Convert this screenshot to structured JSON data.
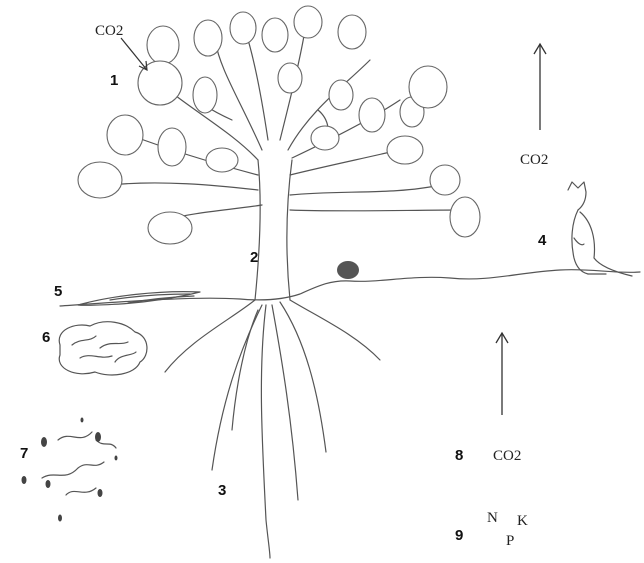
{
  "markers": {
    "m1": "1",
    "m2": "2",
    "m3": "3",
    "m4": "4",
    "m5": "5",
    "m6": "6",
    "m7": "7",
    "m8": "8",
    "m9": "9"
  },
  "labels": {
    "co2_leaf": "CO2",
    "co2_atmosphere": "CO2",
    "co2_soil": "CO2",
    "nutrient_n": "N",
    "nutrient_k": "K",
    "nutrient_p": "P"
  }
}
